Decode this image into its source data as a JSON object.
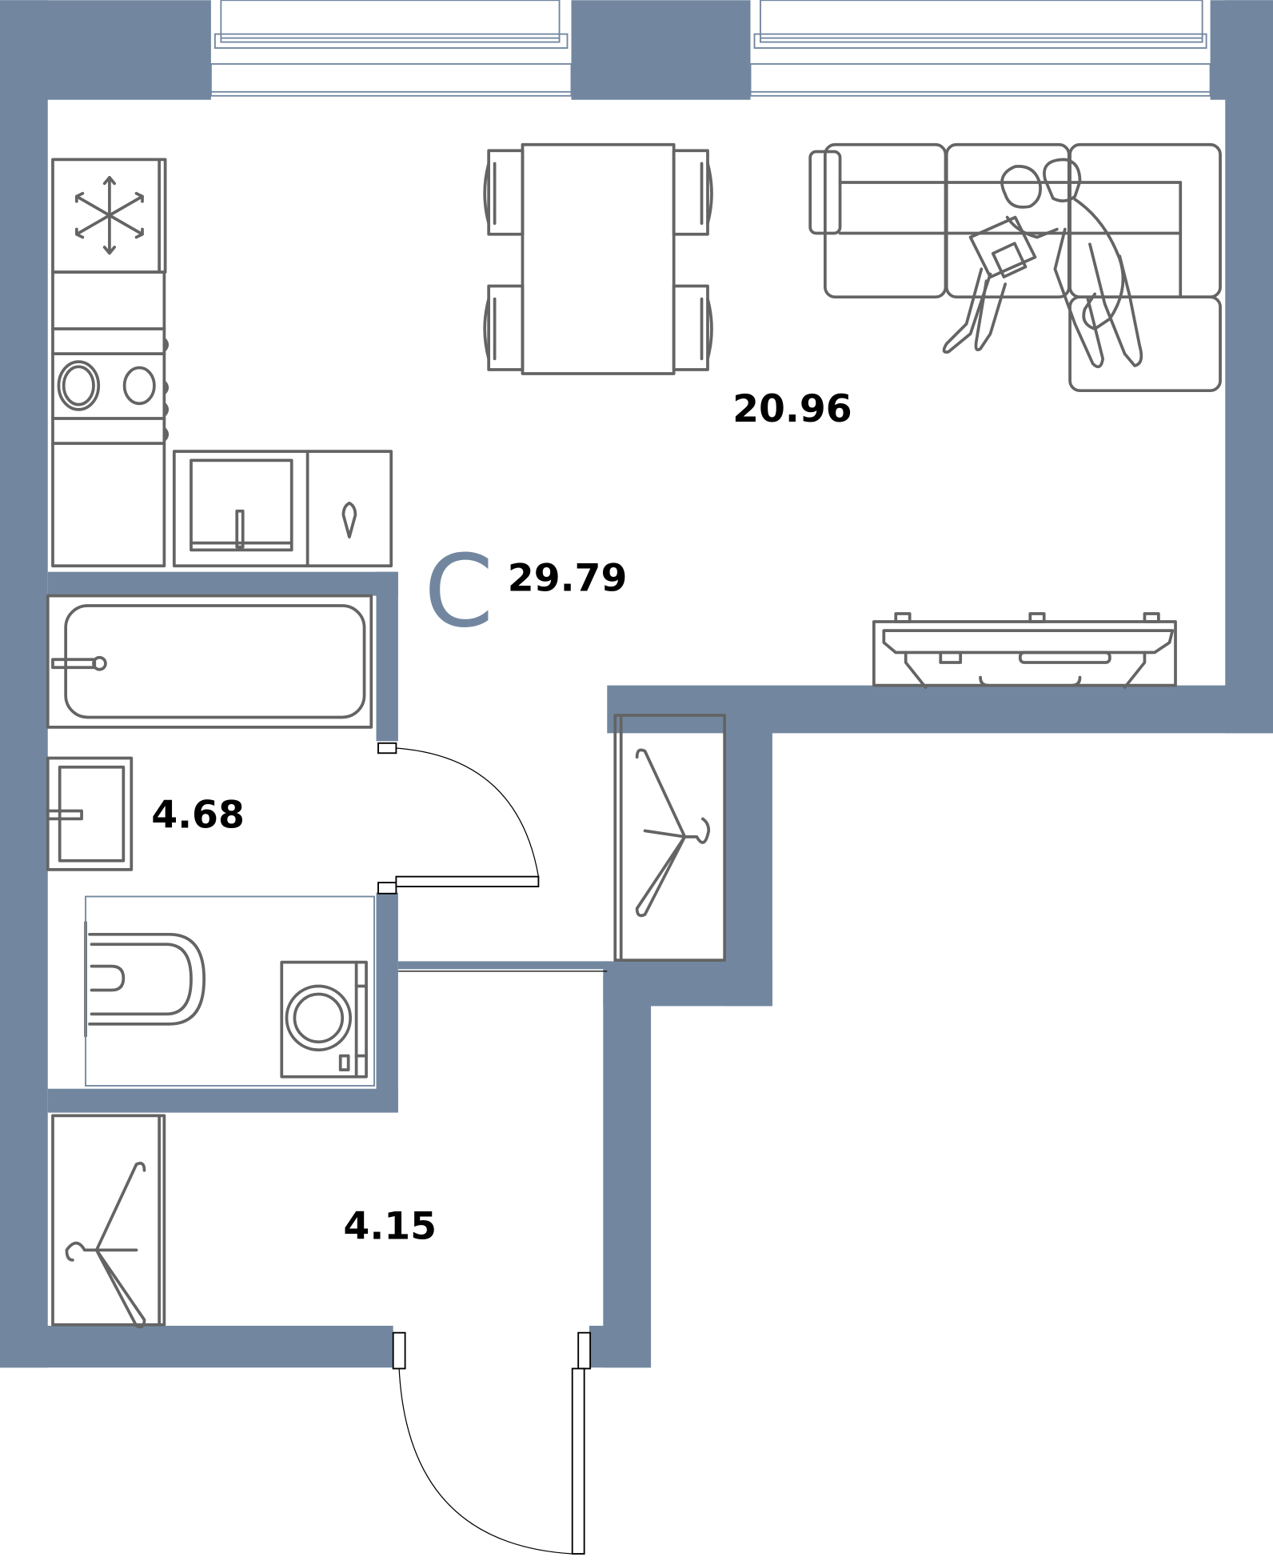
{
  "plan": {
    "type": "apartment floor plan",
    "brand_mark": "C",
    "total_area": "29.79",
    "rooms": [
      {
        "id": "living-kitchen",
        "area": "20.96"
      },
      {
        "id": "bathroom",
        "area": "4.68"
      },
      {
        "id": "hallway",
        "area": "4.15"
      }
    ],
    "colors": {
      "wall": "#72879f",
      "furniture_line": "#646464",
      "background": "#ffffff",
      "text": "#000000"
    },
    "furniture_icons": [
      "refrigerator-icon",
      "stove-icon",
      "sink-icon",
      "dining-table-icon",
      "chair-icon",
      "sofa-icon",
      "people-with-laptop-icon",
      "tv-stand-icon",
      "wardrobe-icon",
      "hanger-icon",
      "bathtub-icon",
      "washbasin-icon",
      "toilet-icon",
      "washing-machine-icon",
      "door-icon",
      "window-icon"
    ]
  }
}
